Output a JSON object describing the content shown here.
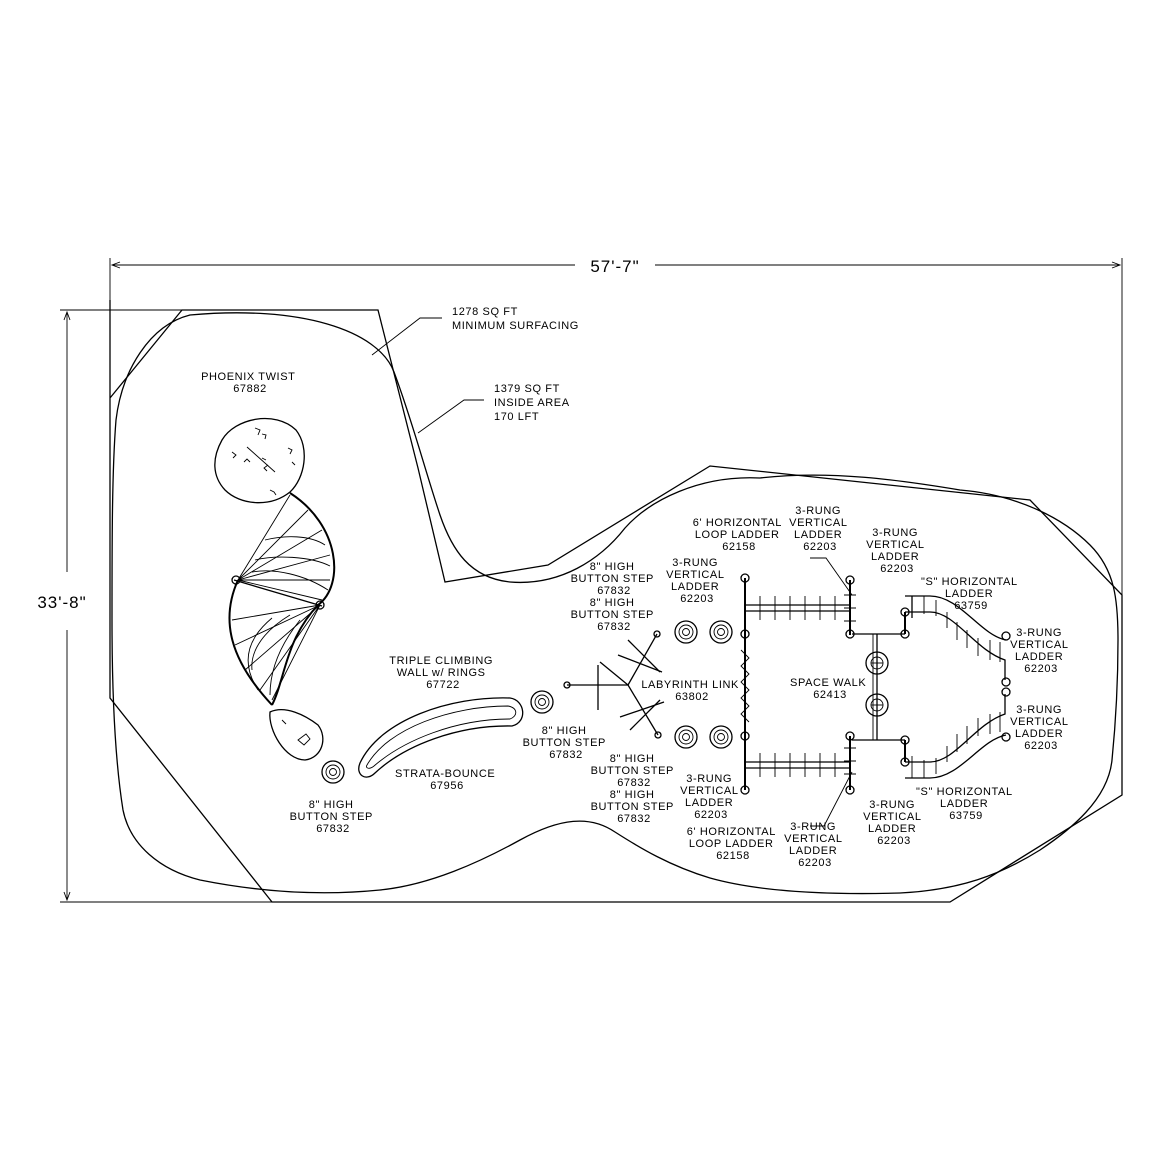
{
  "dimensions": {
    "width": "57'-7\"",
    "height": "33'-8\""
  },
  "callouts": {
    "minimum_surfacing": [
      "1278 SQ FT",
      "MINIMUM SURFACING"
    ],
    "inside_area": [
      "1379 SQ FT",
      "INSIDE AREA",
      "170 LFT"
    ]
  },
  "labels": {
    "phoenix_twist": [
      "PHOENIX TWIST",
      "67882"
    ],
    "button_step_left": [
      "8\" HIGH",
      "BUTTON STEP",
      "67832"
    ],
    "triple_climbing_wall": [
      "TRIPLE CLIMBING",
      "WALL w/ RINGS",
      "67722"
    ],
    "strata_bounce": [
      "STRATA-BOUNCE",
      "67956"
    ],
    "button_step_mid": [
      "8\" HIGH",
      "BUTTON STEP",
      "67832"
    ],
    "button_step_top_a": [
      "8\" HIGH",
      "BUTTON STEP",
      "67832"
    ],
    "button_step_top_b": [
      "8\" HIGH",
      "BUTTON STEP",
      "67832"
    ],
    "button_step_bottom_a": [
      "8\" HIGH",
      "BUTTON STEP",
      "67832"
    ],
    "button_step_bottom_b": [
      "8\" HIGH",
      "BUTTON STEP",
      "67832"
    ],
    "labyrinth_link": [
      "LABYRINTH LINK",
      "63802"
    ],
    "vertical_ladder_top_left": [
      "3-RUNG",
      "VERTICAL",
      "LADDER",
      "62203"
    ],
    "vertical_ladder_bottom_left": [
      "3-RUNG",
      "VERTICAL",
      "LADDER",
      "62203"
    ],
    "loop_ladder_top": [
      "6' HORIZONTAL",
      "LOOP LADDER",
      "62158"
    ],
    "loop_ladder_bottom": [
      "6' HORIZONTAL",
      "LOOP LADDER",
      "62158"
    ],
    "vertical_ladder_top_mid": [
      "3-RUNG",
      "VERTICAL",
      "LADDER",
      "62203"
    ],
    "vertical_ladder_bottom_mid": [
      "3-RUNG",
      "VERTICAL",
      "LADDER",
      "62203"
    ],
    "space_walk": [
      "SPACE WALK",
      "62413"
    ],
    "vertical_ladder_top_right": [
      "3-RUNG",
      "VERTICAL",
      "LADDER",
      "62203"
    ],
    "vertical_ladder_bottom_right": [
      "3-RUNG",
      "VERTICAL",
      "LADDER",
      "62203"
    ],
    "s_ladder_top": [
      "\"S\" HORIZONTAL",
      "LADDER",
      "63759"
    ],
    "s_ladder_bottom": [
      "\"S\" HORIZONTAL",
      "LADDER",
      "63759"
    ],
    "vertical_ladder_far_right_top": [
      "3-RUNG",
      "VERTICAL",
      "LADDER",
      "62203"
    ],
    "vertical_ladder_far_right_bottom": [
      "3-RUNG",
      "VERTICAL",
      "LADDER",
      "62203"
    ]
  }
}
